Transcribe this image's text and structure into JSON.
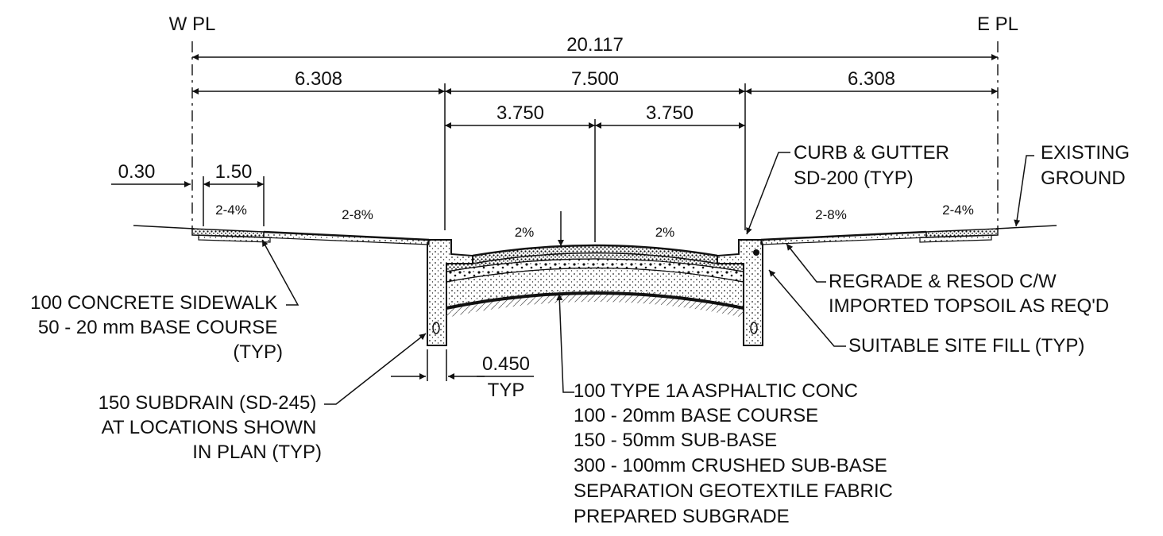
{
  "property_lines": {
    "west": "W PL",
    "east": "E PL"
  },
  "dimensions": {
    "overall": "20.117",
    "west_boulevard": "6.308",
    "roadway": "7.500",
    "east_boulevard": "6.308",
    "west_lane": "3.750",
    "east_lane": "3.750",
    "offset": "0.30",
    "sidewalk": "1.50",
    "subdrain_width": "0.450",
    "subdrain_width_note": "TYP"
  },
  "slopes": {
    "west_sidewalk": "2-4%",
    "west_boulevard": "2-8%",
    "west_lane": "2%",
    "east_lane": "2%",
    "east_boulevard": "2-8%",
    "east_sidewalk": "2-4%"
  },
  "callouts": {
    "curb": [
      "CURB & GUTTER",
      "SD-200 (TYP)"
    ],
    "ground": [
      "EXISTING",
      "GROUND"
    ],
    "sidewalk": [
      "100 CONCRETE SIDEWALK",
      "50 - 20 mm BASE COURSE",
      "(TYP)"
    ],
    "topsoil": [
      "REGRADE & RESOD C/W",
      "IMPORTED TOPSOIL AS REQ'D"
    ],
    "fill": [
      "SUITABLE SITE FILL (TYP)"
    ],
    "subdrain": [
      "150 SUBDRAIN (SD-245)",
      "AT LOCATIONS SHOWN",
      "IN PLAN (TYP)"
    ],
    "pavement": [
      "100 TYPE 1A ASPHALTIC CONC",
      "100 - 20mm BASE COURSE",
      "150 - 50mm SUB-BASE",
      "300 - 100mm CRUSHED SUB-BASE",
      "SEPARATION GEOTEXTILE FABRIC",
      "PREPARED SUBGRADE"
    ]
  }
}
